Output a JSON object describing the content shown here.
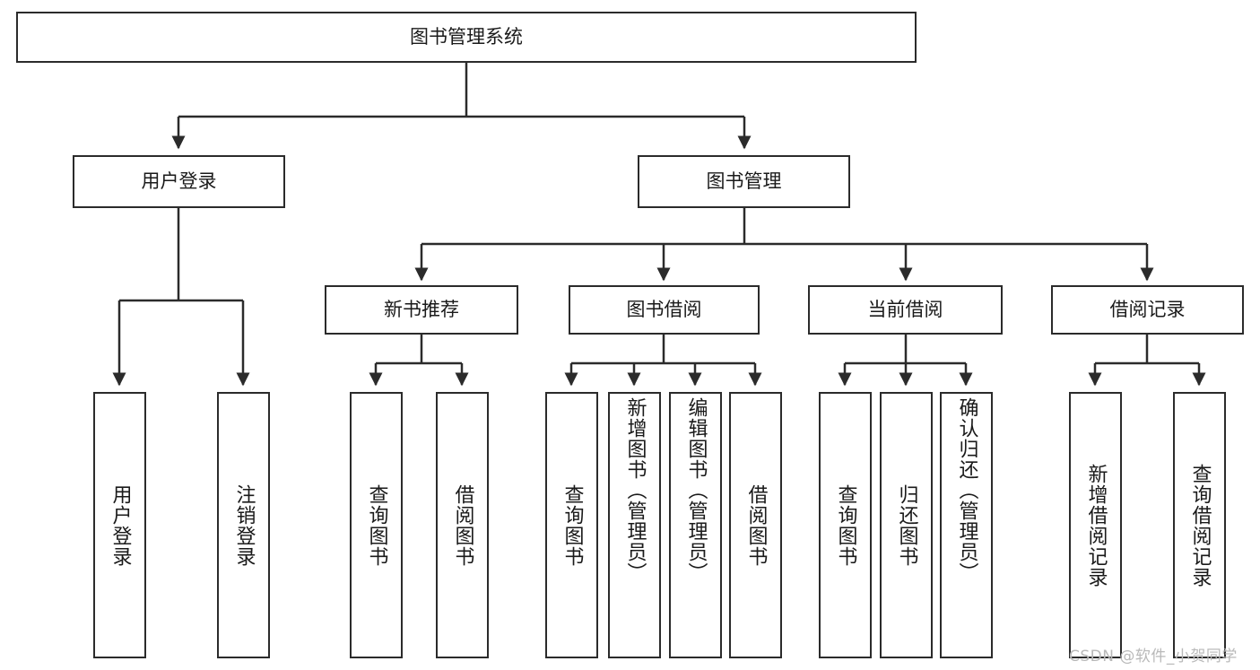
{
  "diagram": {
    "type": "tree-hierarchy-chart",
    "title": "图书管理系统",
    "watermark": "CSDN @软件_小贺同学",
    "colors": {
      "box_border": "#2b2b2b",
      "box_fill": "#ffffff",
      "connector": "#2b2b2b",
      "text": "#1a1a1a",
      "watermark": "#b9b9b9",
      "background": "#ffffff"
    },
    "root": {
      "label": "图书管理系统"
    },
    "level2": [
      {
        "label": "用户登录"
      },
      {
        "label": "图书管理"
      }
    ],
    "level3": [
      {
        "label": "新书推荐"
      },
      {
        "label": "图书借阅"
      },
      {
        "label": "当前借阅"
      },
      {
        "label": "借阅记录"
      }
    ],
    "leaves": {
      "user_login": [
        {
          "label": "用户登录"
        },
        {
          "label": "注销登录"
        }
      ],
      "new_book_recommend": [
        {
          "label": "查询图书"
        },
        {
          "label": "借阅图书"
        }
      ],
      "book_borrow": [
        {
          "label": "查询图书"
        },
        {
          "label": "新增图书（管理员）"
        },
        {
          "label": "编辑图书（管理员）"
        },
        {
          "label": "借阅图书"
        }
      ],
      "current_borrow": [
        {
          "label": "查询图书"
        },
        {
          "label": "归还图书"
        },
        {
          "label": "确认归还（管理员）"
        }
      ],
      "borrow_record": [
        {
          "label": "新增借阅记录"
        },
        {
          "label": "查询借阅记录"
        }
      ]
    }
  }
}
